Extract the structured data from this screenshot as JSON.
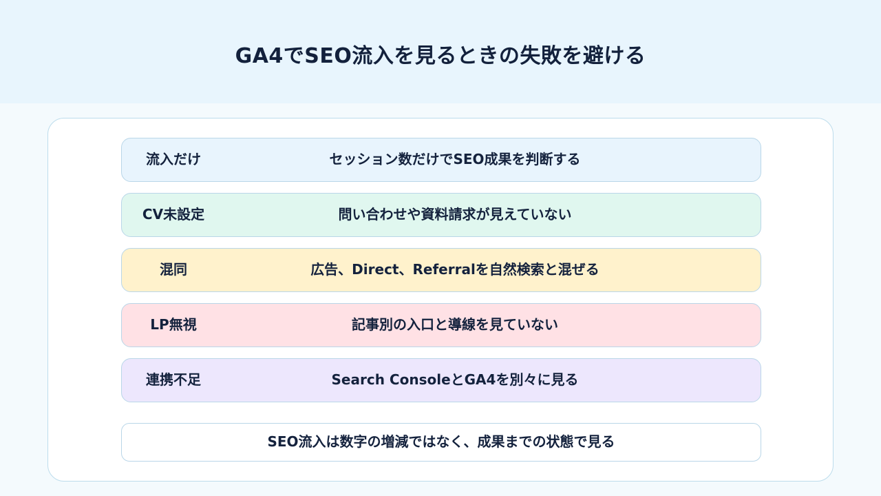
{
  "title": "GA4でSEO流入を見るときの失敗を避ける",
  "colors": {
    "header_bg": "#e8f5fd",
    "page_bg": "#f4fafd",
    "border": "#b9d6e8",
    "text": "#14223d"
  },
  "rows": [
    {
      "label": "流入だけ",
      "text": "セッション数だけでSEO成果を判断する",
      "color": "#e8f4fd"
    },
    {
      "label": "CV未設定",
      "text": "問い合わせや資料請求が見えていない",
      "color": "#e0f7ef"
    },
    {
      "label": "混同",
      "text": "広告、Direct、Referralを自然検索と混ぜる",
      "color": "#fff2cc"
    },
    {
      "label": "LP無視",
      "text": "記事別の入口と導線を見ていない",
      "color": "#ffe1e5"
    },
    {
      "label": "連携不足",
      "text": "Search ConsoleとGA4を別々に見る",
      "color": "#ede7fd"
    }
  ],
  "summary": "SEO流入は数字の増減ではなく、成果までの状態で見る"
}
